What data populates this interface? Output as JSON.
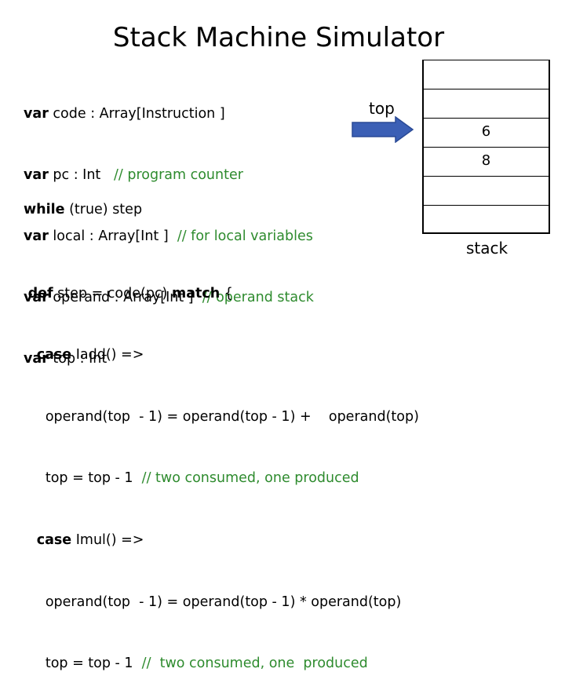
{
  "title": "Stack Machine Simulator",
  "declarations": [
    {
      "kw": "var",
      "code": " code : Array[Instruction ]",
      "comment": ""
    },
    {
      "kw": "var",
      "code": " pc : Int   ",
      "comment": "// program counter"
    },
    {
      "kw": "var",
      "code": " local : Array[Int ]  ",
      "comment": "// for local variables"
    },
    {
      "kw": "var",
      "code": " operand : Array[Int ]  ",
      "comment": "// operand stack"
    },
    {
      "kw": "var",
      "code": " top : Int",
      "comment": ""
    }
  ],
  "while_line": {
    "kw": "while",
    "rest": " (true) step"
  },
  "step": {
    "def_kw": "def",
    "def_mid": " step = code(pc) ",
    "match_kw": "match",
    "def_end": " {",
    "case1_kw": "case",
    "case1_rest": " Iadd() =>",
    "case1_line1": "operand(top  - 1) = operand(top - 1) +    operand(top)",
    "case1_line2_code": "top = top - 1  ",
    "case1_line2_comment": "// two consumed, one produced",
    "case2_kw": "case",
    "case2_rest": " Imul() =>",
    "case2_line1": "operand(top  - 1) = operand(top - 1) * operand(top)",
    "case2_line2_code": "top = top - 1  ",
    "case2_line2_comment": "//  two consumed, one  produced"
  },
  "pointer_label": "top",
  "stack_cells": [
    "",
    "",
    "6",
    "8",
    "",
    ""
  ],
  "stack_label": "stack",
  "colors": {
    "comment": "#2e8b2e",
    "arrow": "#3b5fb5",
    "arrow_outline": "#2a4a96"
  }
}
